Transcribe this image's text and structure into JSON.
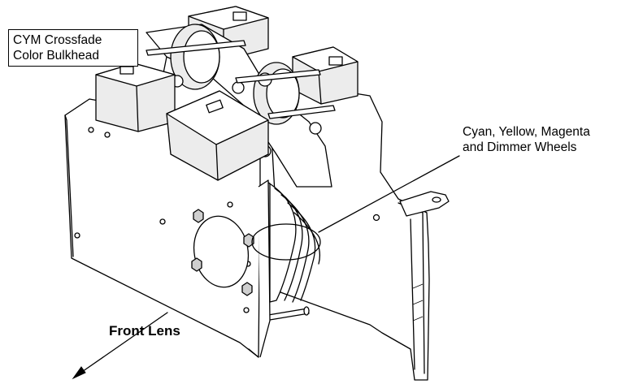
{
  "labels": {
    "bulkhead": [
      "CYM Crossfade",
      "Color Bulkhead"
    ],
    "wheels": [
      "Cyan, Yellow, Magenta",
      "and Dimmer Wheels"
    ],
    "front_lens": "Front Lens"
  }
}
